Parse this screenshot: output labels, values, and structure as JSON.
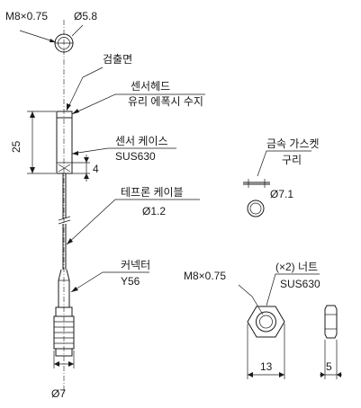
{
  "top_fitting": {
    "thread_label": "M8×0.75",
    "diameter_label": "Ø5.8"
  },
  "sensor": {
    "detect_face_label": "검출면",
    "head_label": "센서헤드",
    "head_material_label": "유리 에폭시 수지",
    "length_label": "25",
    "case_label": "센서 케이스",
    "case_material_label": "SUS630",
    "offset_label": "4"
  },
  "cable": {
    "label": "테프론 케이블",
    "diameter_label": "Ø1.2"
  },
  "connector": {
    "label": "커넥터",
    "model_label": "Y56",
    "diameter_label": "Ø7"
  },
  "gasket": {
    "label": "금속 가스켓",
    "material_label": "구리",
    "diameter_label": "Ø7.1"
  },
  "nut": {
    "thread_label": "M8×0.75",
    "qty_label": "(×2) 너트",
    "material_label": "SUS630",
    "width_label": "13",
    "thickness_label": "5"
  }
}
